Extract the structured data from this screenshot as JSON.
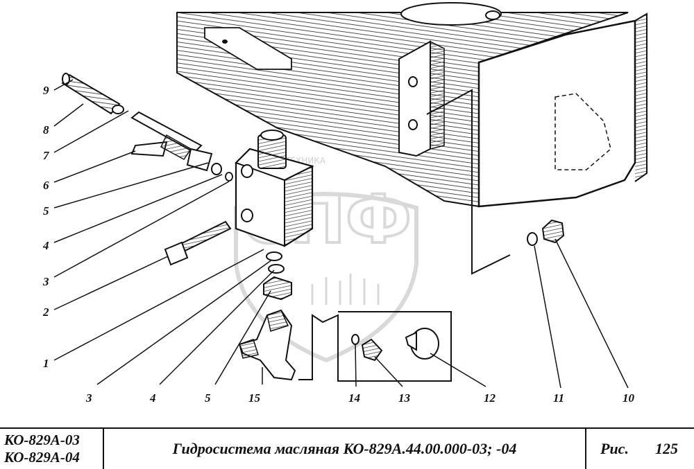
{
  "callouts": [
    "9",
    "8",
    "7",
    "6",
    "5",
    "4",
    "3",
    "2",
    "1",
    "3",
    "4",
    "5",
    "15",
    "14",
    "13",
    "12",
    "11",
    "10"
  ],
  "watermark": {
    "letters": "СПФ",
    "small_text": "ТЕХНИКА"
  },
  "title_block": {
    "model_1": "КО-829А-03",
    "model_2": "КО-829А-04",
    "title": "Гидросистема масляная КО-829А.44.00.000-03; -04",
    "fig_label": "Рис.",
    "fig_number": "125"
  },
  "colors": {
    "ink": "#111111",
    "watermark": "#c8c8c8",
    "paper": "#ffffff"
  }
}
